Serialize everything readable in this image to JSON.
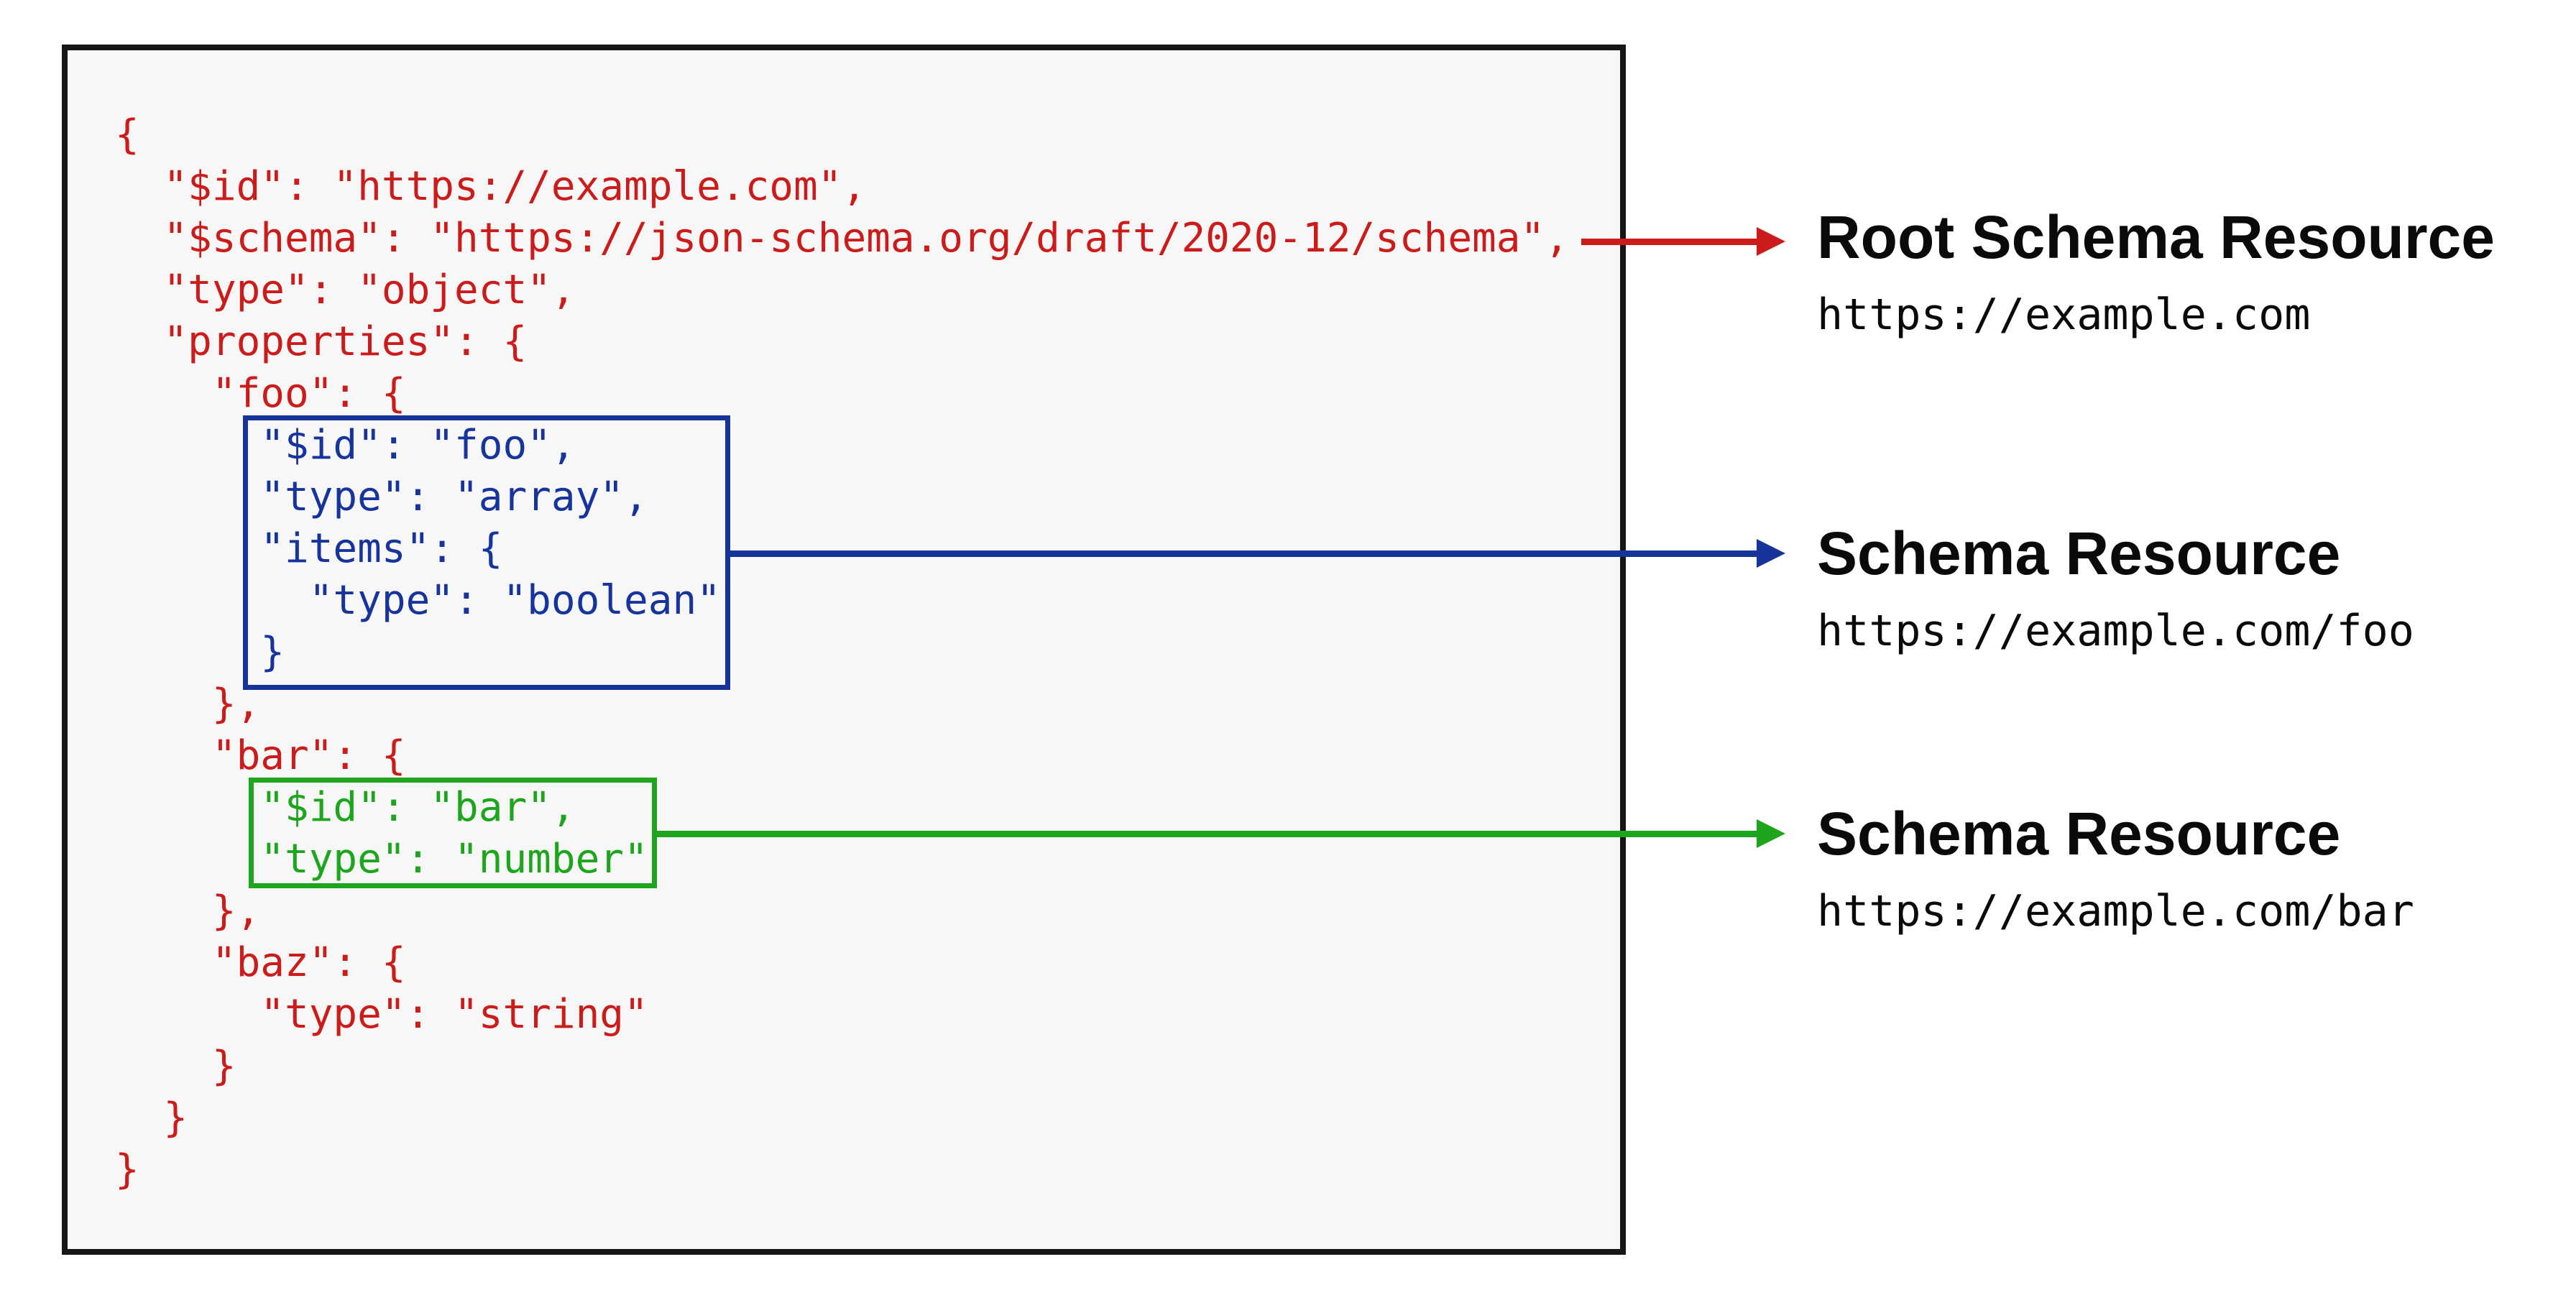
{
  "palette": {
    "red": "#cc1b1b",
    "blue": "#17349c",
    "green": "#1ea51e",
    "panel-bg": "#f7f7f7",
    "panel-border": "#161616",
    "label-text": "#0a0a0a"
  },
  "code": {
    "lines": [
      {
        "text": "{",
        "color": "red"
      },
      {
        "text": "  \"$id\": \"https://example.com\",",
        "color": "red"
      },
      {
        "text": "  \"$schema\": \"https://json-schema.org/draft/2020-12/schema\",",
        "color": "red"
      },
      {
        "text": "  \"type\": \"object\",",
        "color": "red"
      },
      {
        "text": "  \"properties\": {",
        "color": "red"
      },
      {
        "text": "    \"foo\": {",
        "color": "red"
      },
      {
        "text": "      \"$id\": \"foo\",",
        "color": "blue"
      },
      {
        "text": "      \"type\": \"array\",",
        "color": "blue"
      },
      {
        "text": "      \"items\": {",
        "color": "blue"
      },
      {
        "text": "        \"type\": \"boolean\"",
        "color": "blue"
      },
      {
        "text": "      }",
        "color": "blue"
      },
      {
        "text": "    },",
        "color": "red"
      },
      {
        "text": "    \"bar\": {",
        "color": "red"
      },
      {
        "text": "      \"$id\": \"bar\",",
        "color": "green"
      },
      {
        "text": "      \"type\": \"number\"",
        "color": "green"
      },
      {
        "text": "    },",
        "color": "red"
      },
      {
        "text": "    \"baz\": {",
        "color": "red"
      },
      {
        "text": "      \"type\": \"string\"",
        "color": "red"
      },
      {
        "text": "    }",
        "color": "red"
      },
      {
        "text": "  }",
        "color": "red"
      },
      {
        "text": "}",
        "color": "red"
      }
    ]
  },
  "annotations": [
    {
      "id": "root",
      "title": "Root Schema Resource",
      "url": "https://example.com",
      "arrow_color": "#cc1b1b"
    },
    {
      "id": "foo",
      "title": "Schema Resource",
      "url": "https://example.com/foo",
      "arrow_color": "#17349c"
    },
    {
      "id": "bar",
      "title": "Schema Resource",
      "url": "https://example.com/bar",
      "arrow_color": "#1ea51e"
    }
  ]
}
